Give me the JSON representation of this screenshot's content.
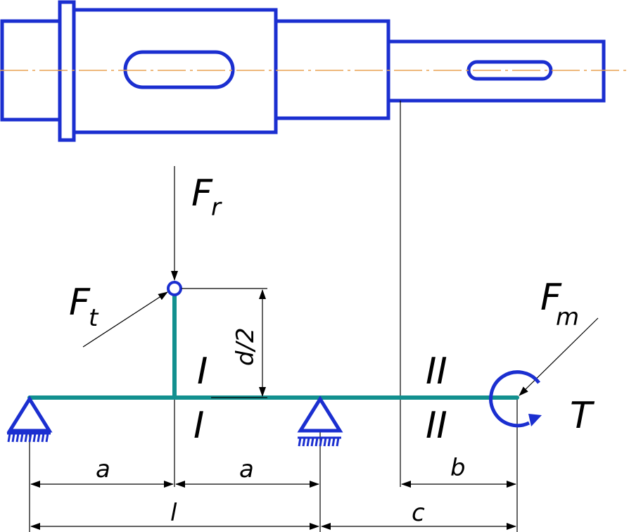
{
  "labels": {
    "force_radial": "F",
    "force_radial_sub": "r",
    "force_tangential": "F",
    "force_tangential_sub": "t",
    "force_m": "F",
    "force_m_sub": "m",
    "torque": "T",
    "half_diameter": "d/2",
    "section_one_top": "I",
    "section_one_bottom": "I",
    "section_two_top": "II",
    "section_two_bottom": "II",
    "dim_a_left": "a",
    "dim_a_right": "a",
    "dim_b": "b",
    "dim_l": "l",
    "dim_c": "c"
  },
  "colors": {
    "shaft": "#1b2fd0",
    "beam": "#12908f",
    "axis": "#e8a050",
    "lines": "#000000"
  }
}
